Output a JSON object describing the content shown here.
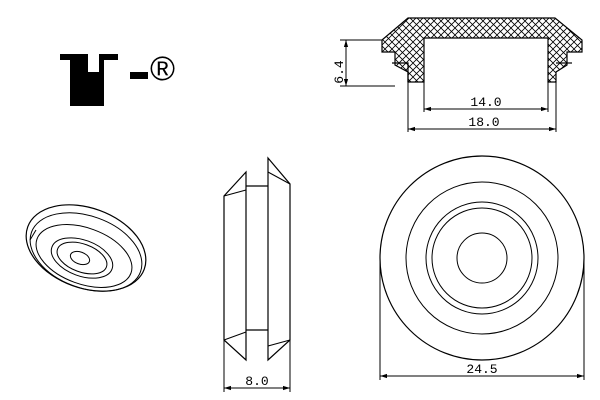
{
  "logo": {
    "registered_mark": "®"
  },
  "dimensions": {
    "height": "6.4",
    "inner_diameter": "14.0",
    "outer_groove_diameter": "18.0",
    "thickness": "8.0",
    "flange_diameter": "24.5"
  },
  "colors": {
    "line": "#000000",
    "background": "#ffffff"
  },
  "icons": [
    "logo-mark-icon",
    "registered-trademark-icon"
  ]
}
